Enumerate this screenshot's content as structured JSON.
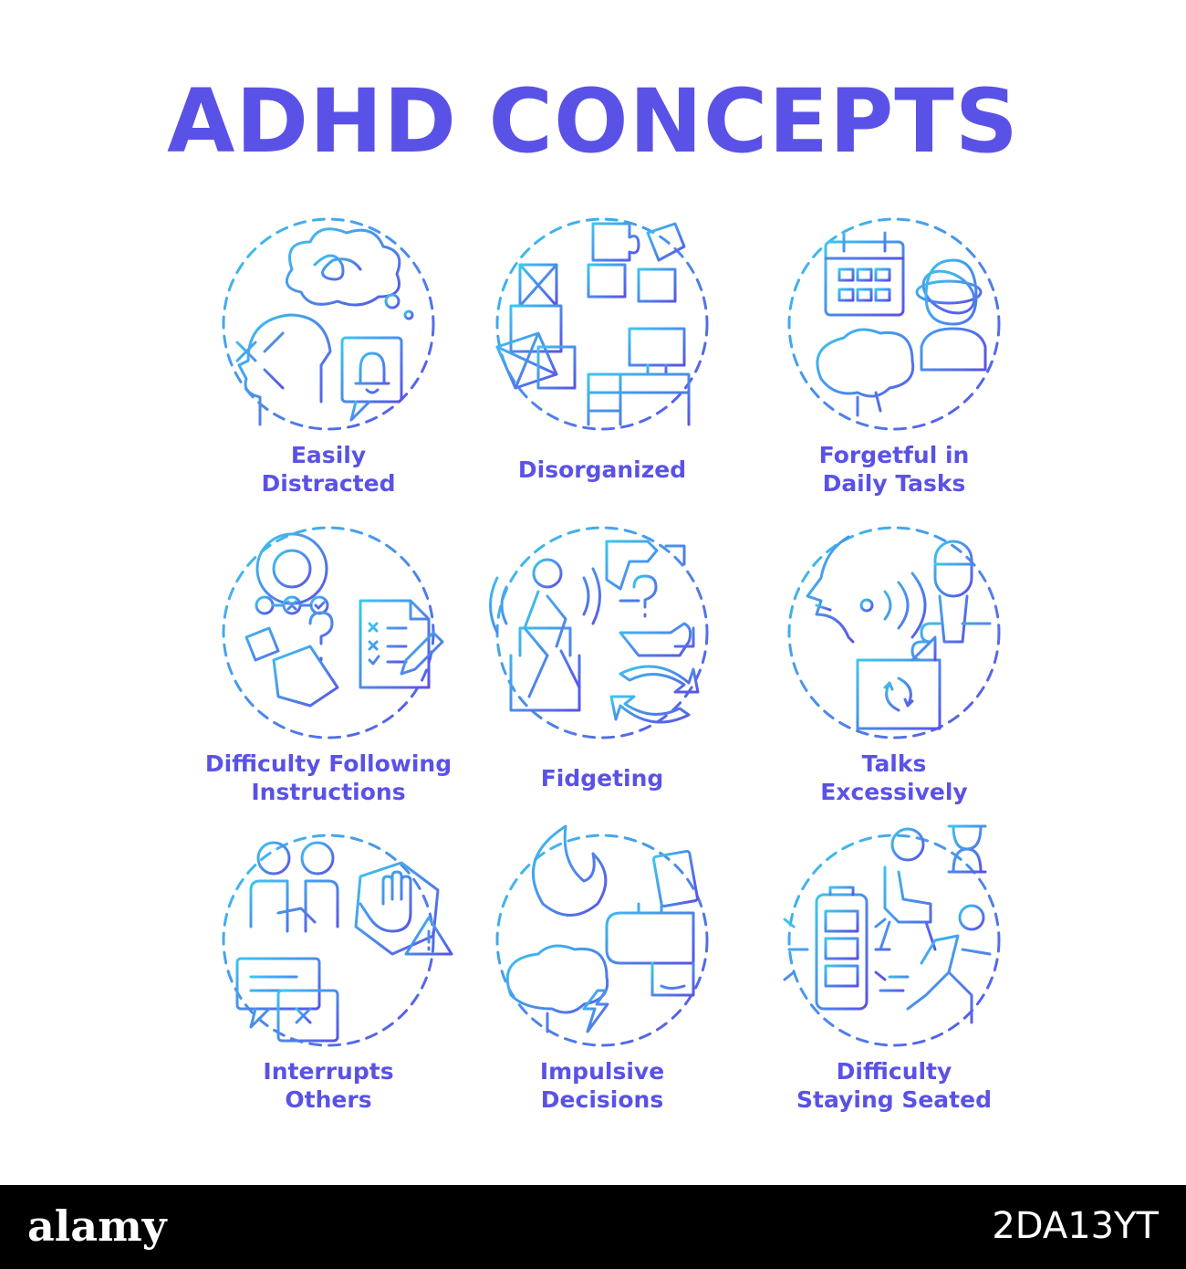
{
  "title": "ADHD CONCEPTS",
  "colors": {
    "gradient_start": "#3cc6ee",
    "gradient_end": "#5a52e6",
    "label": "#5a52e6",
    "footer": "#000000"
  },
  "items": [
    {
      "label": "Easily\nDistracted",
      "icon": "thought-cloud-head-bell-icon"
    },
    {
      "label": "Disorganized",
      "icon": "puzzle-boxes-desk-icon"
    },
    {
      "label": "Forgetful in\nDaily Tasks",
      "icon": "calendar-brain-dizzy-person-icon"
    },
    {
      "label": "Difficulty Following\nInstructions",
      "icon": "gear-checklist-puzzle-icon"
    },
    {
      "label": "Fidgeting",
      "icon": "seated-person-hands-arrows-icon"
    },
    {
      "label": "Talks\nExcessively",
      "icon": "speaking-face-microphone-icon"
    },
    {
      "label": "Interrupts\nOthers",
      "icon": "people-stop-hand-chat-icon"
    },
    {
      "label": "Impulsive\nDecisions",
      "icon": "flame-money-brain-icon"
    },
    {
      "label": "Difficulty\nStaying Seated",
      "icon": "chair-hourglass-battery-runner-icon"
    }
  ],
  "footer": {
    "brand": "alamy",
    "image_id": "2DA13YT"
  }
}
